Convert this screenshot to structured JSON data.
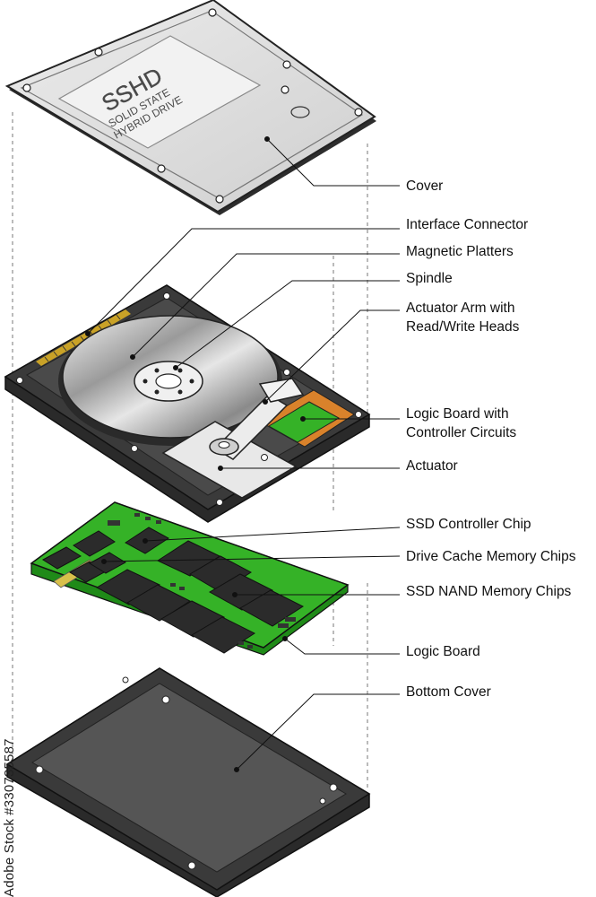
{
  "cover_label_text": {
    "line1": "SSHD",
    "line2": "SOLID STATE",
    "line3": "HYBRID DRIVE"
  },
  "labels": {
    "cover": "Cover",
    "interface_connector": "Interface Connector",
    "magnetic_platters": "Magnetic Platters",
    "spindle": "Spindle",
    "actuator_arm": {
      "line1": "Actuator Arm with",
      "line2": "Read/Write Heads"
    },
    "logic_board_controller": {
      "line1": "Logic Board with",
      "line2": "Controller Circuits"
    },
    "actuator": "Actuator",
    "ssd_controller_chip": "SSD Controller Chip",
    "drive_cache": "Drive Cache Memory Chips",
    "ssd_nand": "SSD NAND Memory Chips",
    "logic_board": "Logic Board",
    "bottom_cover": "Bottom Cover"
  },
  "watermark": {
    "brand": "Adobe Stock",
    "id": "#330735587"
  },
  "colors": {
    "pcb_green": "#35b227",
    "chip_dark": "#2b2b2b",
    "aluminum": "#dcdcdc",
    "body_black": "#2a2a2a",
    "copper": "#d9822b"
  }
}
